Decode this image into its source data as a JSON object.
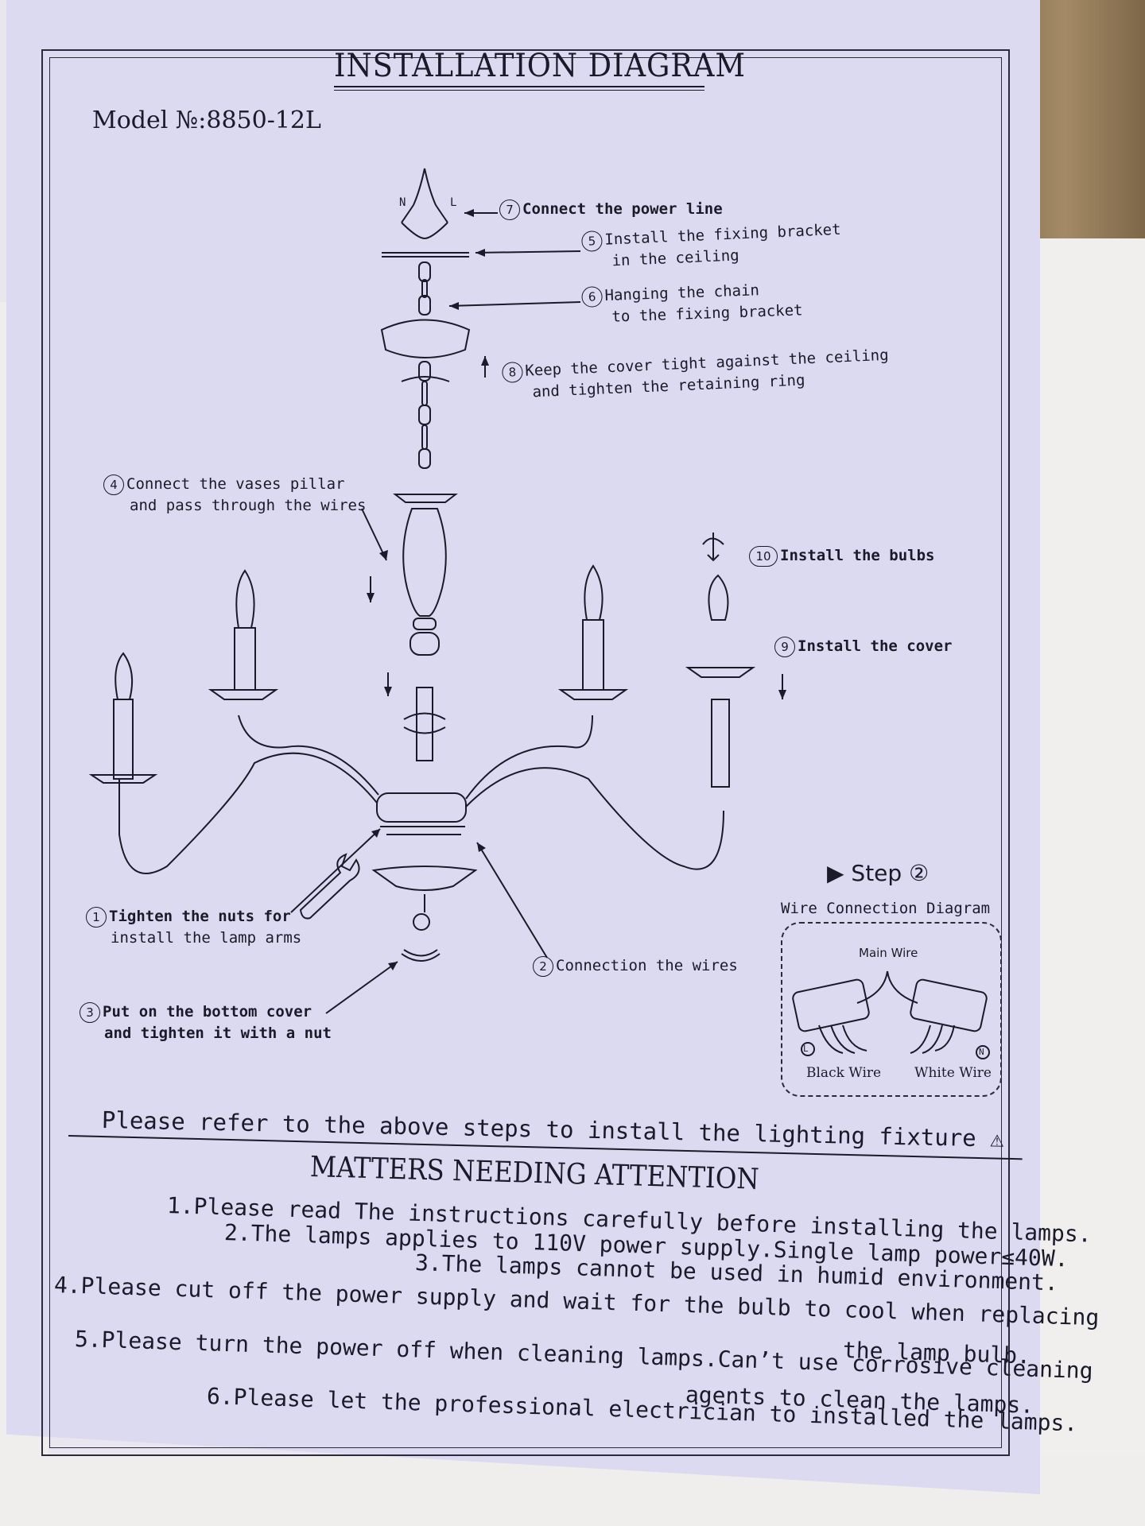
{
  "header": {
    "title": "INSTALLATION DIAGRAM",
    "model": "Model №:8850-12L"
  },
  "wire_markers": {
    "n": "N",
    "l": "L"
  },
  "steps": [
    {
      "num": "7",
      "line1": "Connect the power line",
      "line2": ""
    },
    {
      "num": "5",
      "line1": "Install the fixing bracket",
      "line2": "in the ceiling"
    },
    {
      "num": "6",
      "line1": "Hanging the chain",
      "line2": "to the fixing bracket"
    },
    {
      "num": "8",
      "line1": "Keep the cover tight against the ceiling",
      "line2": "and tighten the retaining ring"
    },
    {
      "num": "4",
      "line1": "Connect the vases pillar",
      "line2": "and pass through the wires"
    },
    {
      "num": "10",
      "line1": "Install the bulbs",
      "line2": ""
    },
    {
      "num": "9",
      "line1": "Install the cover",
      "line2": ""
    },
    {
      "num": "1",
      "line1": "Tighten the nuts for",
      "line2": "install the lamp arms"
    },
    {
      "num": "2",
      "line1": "Connection the wires",
      "line2": ""
    },
    {
      "num": "3",
      "line1": "Put on the bottom cover",
      "line2": "and tighten it with a nut"
    }
  ],
  "wire_diagram": {
    "step_label": "▶ Step ②",
    "title": "Wire Connection Diagram",
    "main_wire": "Main Wire",
    "black_wire": "Black Wire",
    "white_wire": "White Wire",
    "left_marker": "L",
    "right_marker": "N"
  },
  "refer_text": "Please refer to the above steps to install the lighting fixture ⚠",
  "attention_title": "MATTERS NEEDING ATTENTION",
  "notes": [
    "1.Please read The instructions carefully before installing the lamps.",
    "2.The lamps applies to 110V power supply.Single lamp power≤40W.",
    "3.The lamps cannot be used in humid environment.",
    "4.Please cut off the power supply and wait for the bulb to cool when replacing",
    "the lamp bulb.",
    "5.Please turn the power off when cleaning lamps.Can’t use corrosive cleaning",
    "agents to clean the lamps.",
    "6.Please let the professional electrician to installed the lamps."
  ]
}
